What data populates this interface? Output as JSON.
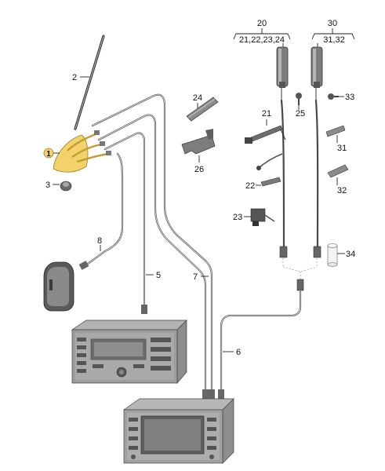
{
  "diagram": {
    "colors": {
      "highlight": "#f2d36b",
      "cable": "#4a4a4a",
      "part": "#8a8a8a"
    },
    "labels": {
      "p1": "1",
      "p2": "2",
      "p3": "3",
      "p5": "5",
      "p6": "6",
      "p7": "7",
      "p8": "8",
      "p20": "20",
      "p20_sub": "21,22,23,24",
      "p21": "21",
      "p22": "22",
      "p23": "23",
      "p24": "24",
      "p25": "25",
      "p26": "26",
      "p30": "30",
      "p30_sub": "31,32",
      "p31": "31",
      "p32": "32",
      "p33": "33",
      "p34": "34"
    }
  }
}
